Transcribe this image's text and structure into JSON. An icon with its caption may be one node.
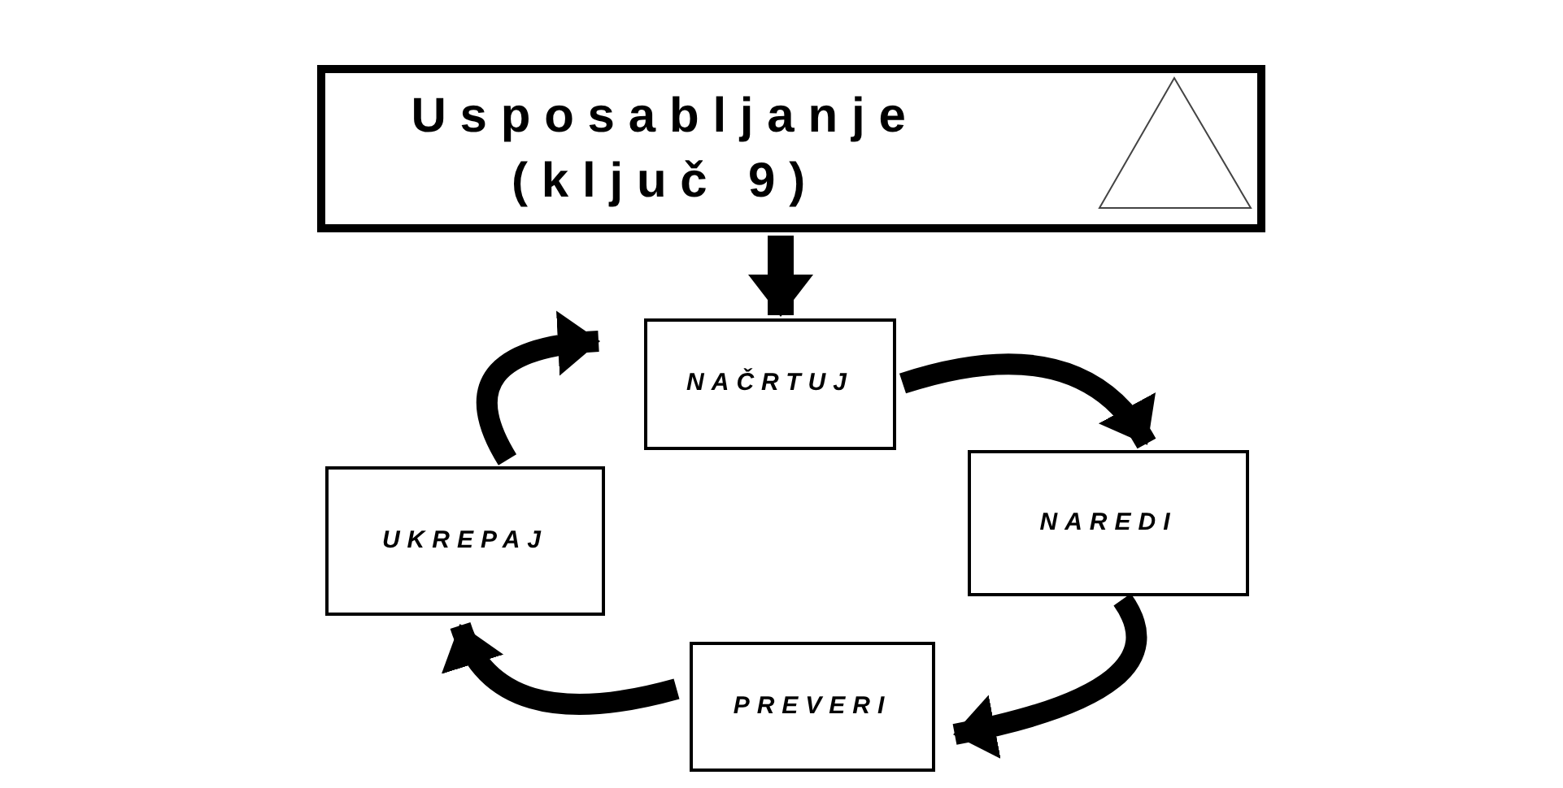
{
  "diagram": {
    "nodes": [
      {
        "text": [
          "Usposabljanje (ključ 9)"
        ]
      },
      {
        "text": [
          "NAČRTUJ"
        ]
      },
      {
        "text": [
          "NAREDI"
        ]
      },
      {
        "text": [
          "PREVERI"
        ]
      },
      {
        "text": [
          "UKREPAJ"
        ]
      }
    ],
    "edges": [
      {
        "from": 0,
        "to": 1,
        "arrow": "to"
      },
      {
        "from": 1,
        "to": 2,
        "arrow": "to"
      },
      {
        "from": 2,
        "to": 3,
        "arrow": "to"
      },
      {
        "from": 3,
        "to": 4,
        "arrow": "to"
      },
      {
        "from": 4,
        "to": 1,
        "arrow": "to"
      }
    ]
  }
}
